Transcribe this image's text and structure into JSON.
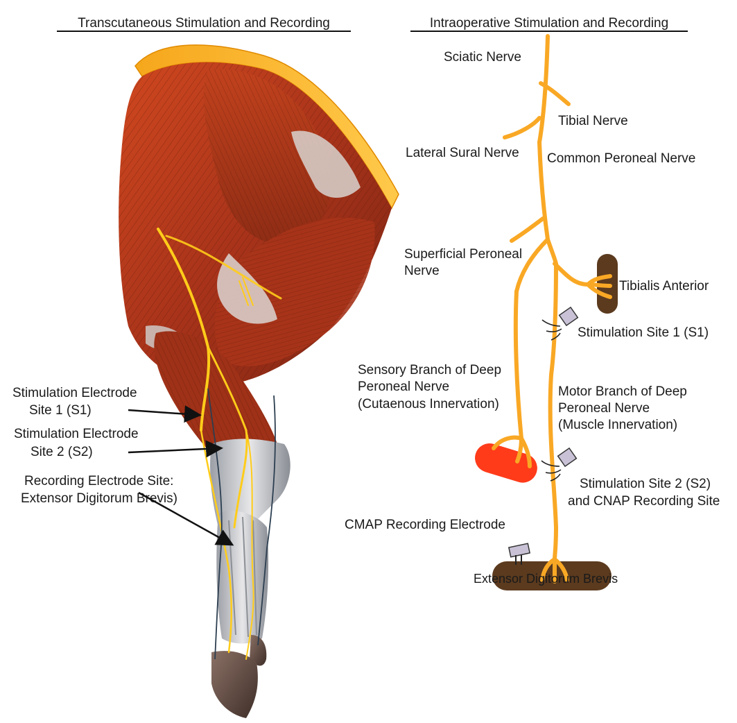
{
  "headings": {
    "left": "Transcutaneous Stimulation and Recording",
    "right": "Intraoperative Stimulation and Recording"
  },
  "left_panel": {
    "stim_site1": [
      "Stimulation Electrode",
      "Site 1 (S1)"
    ],
    "stim_site2": [
      "Stimulation Electrode",
      "Site 2 (S2)"
    ],
    "recording_site": [
      "Recording Electrode Site:",
      "Extensor Digitorum Brevis)"
    ]
  },
  "right_panel": {
    "sciatic": "Sciatic Nerve",
    "tibial": "Tibial Nerve",
    "lateral_sural": "Lateral Sural Nerve",
    "common_peroneal": "Common Peroneal Nerve",
    "superficial_peroneal": [
      "Superficial Peroneal",
      "Nerve"
    ],
    "tibialis_anterior": "Tibialis Anterior",
    "stim_site1": "Stimulation Site 1 (S1)",
    "sensory_branch": [
      "Sensory Branch of Deep",
      "Peroneal Nerve",
      "(Cutaenous Innervation)"
    ],
    "motor_branch": [
      "Motor Branch of Deep",
      "Peroneal Nerve",
      "(Muscle Innervation)"
    ],
    "stim_site2": [
      "Stimulation Site 2 (S2)",
      "and CNAP Recording Site"
    ],
    "cmap_electrode": "CMAP Recording Electrode",
    "edb": "Extensor Digitorum Brevis"
  },
  "colors": {
    "nerve": "#F9A825",
    "muscle_brown": "#5B3A1E",
    "skin_red": "#FF3B1A",
    "electrode": "#C9C2D6",
    "muscle_red": "#B23A1C"
  }
}
